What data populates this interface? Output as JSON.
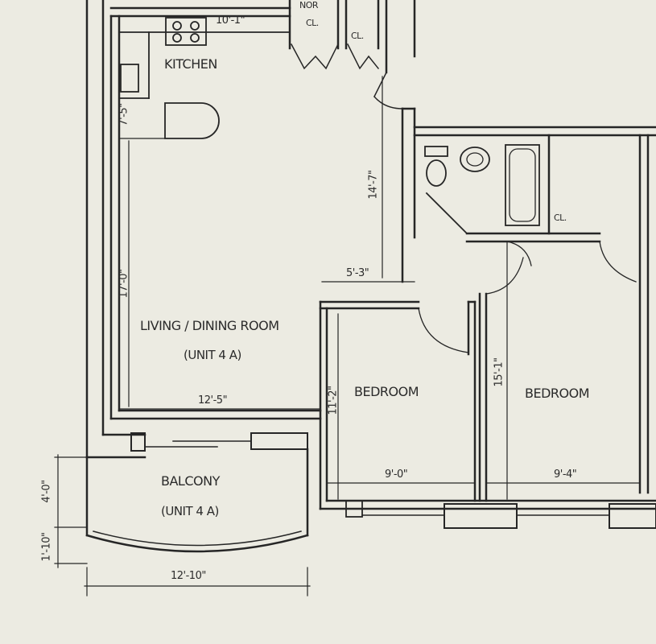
{
  "rooms": {
    "kitchen": "KITCHEN",
    "living": "LIVING / DINING ROOM",
    "living_unit": "(UNIT 4 A)",
    "bedroom1": "BEDROOM",
    "bedroom2": "BEDROOM",
    "balcony": "BALCONY",
    "balcony_unit": "(UNIT 4 A)"
  },
  "closets": {
    "linen_top": "NOR",
    "closet_a": "CL.",
    "closet_b": "CL.",
    "closet_c": "CL."
  },
  "dimensions": {
    "kitchen_width": "10'-1\"",
    "kitchen_depth": "7'-5\"",
    "living_depth": "17'-0\"",
    "hall_depth": "14'-7\"",
    "hall_width": "5'-3\"",
    "living_width": "12'-5\"",
    "bedroom1_depth": "11'-2\"",
    "bedroom1_width": "9'-0\"",
    "bedroom2_depth": "15'-1\"",
    "bedroom2_width": "9'-4\"",
    "balcony_depth": "4'-0\"",
    "balcony_curve": "1'-10\"",
    "balcony_width": "12'-10\""
  }
}
